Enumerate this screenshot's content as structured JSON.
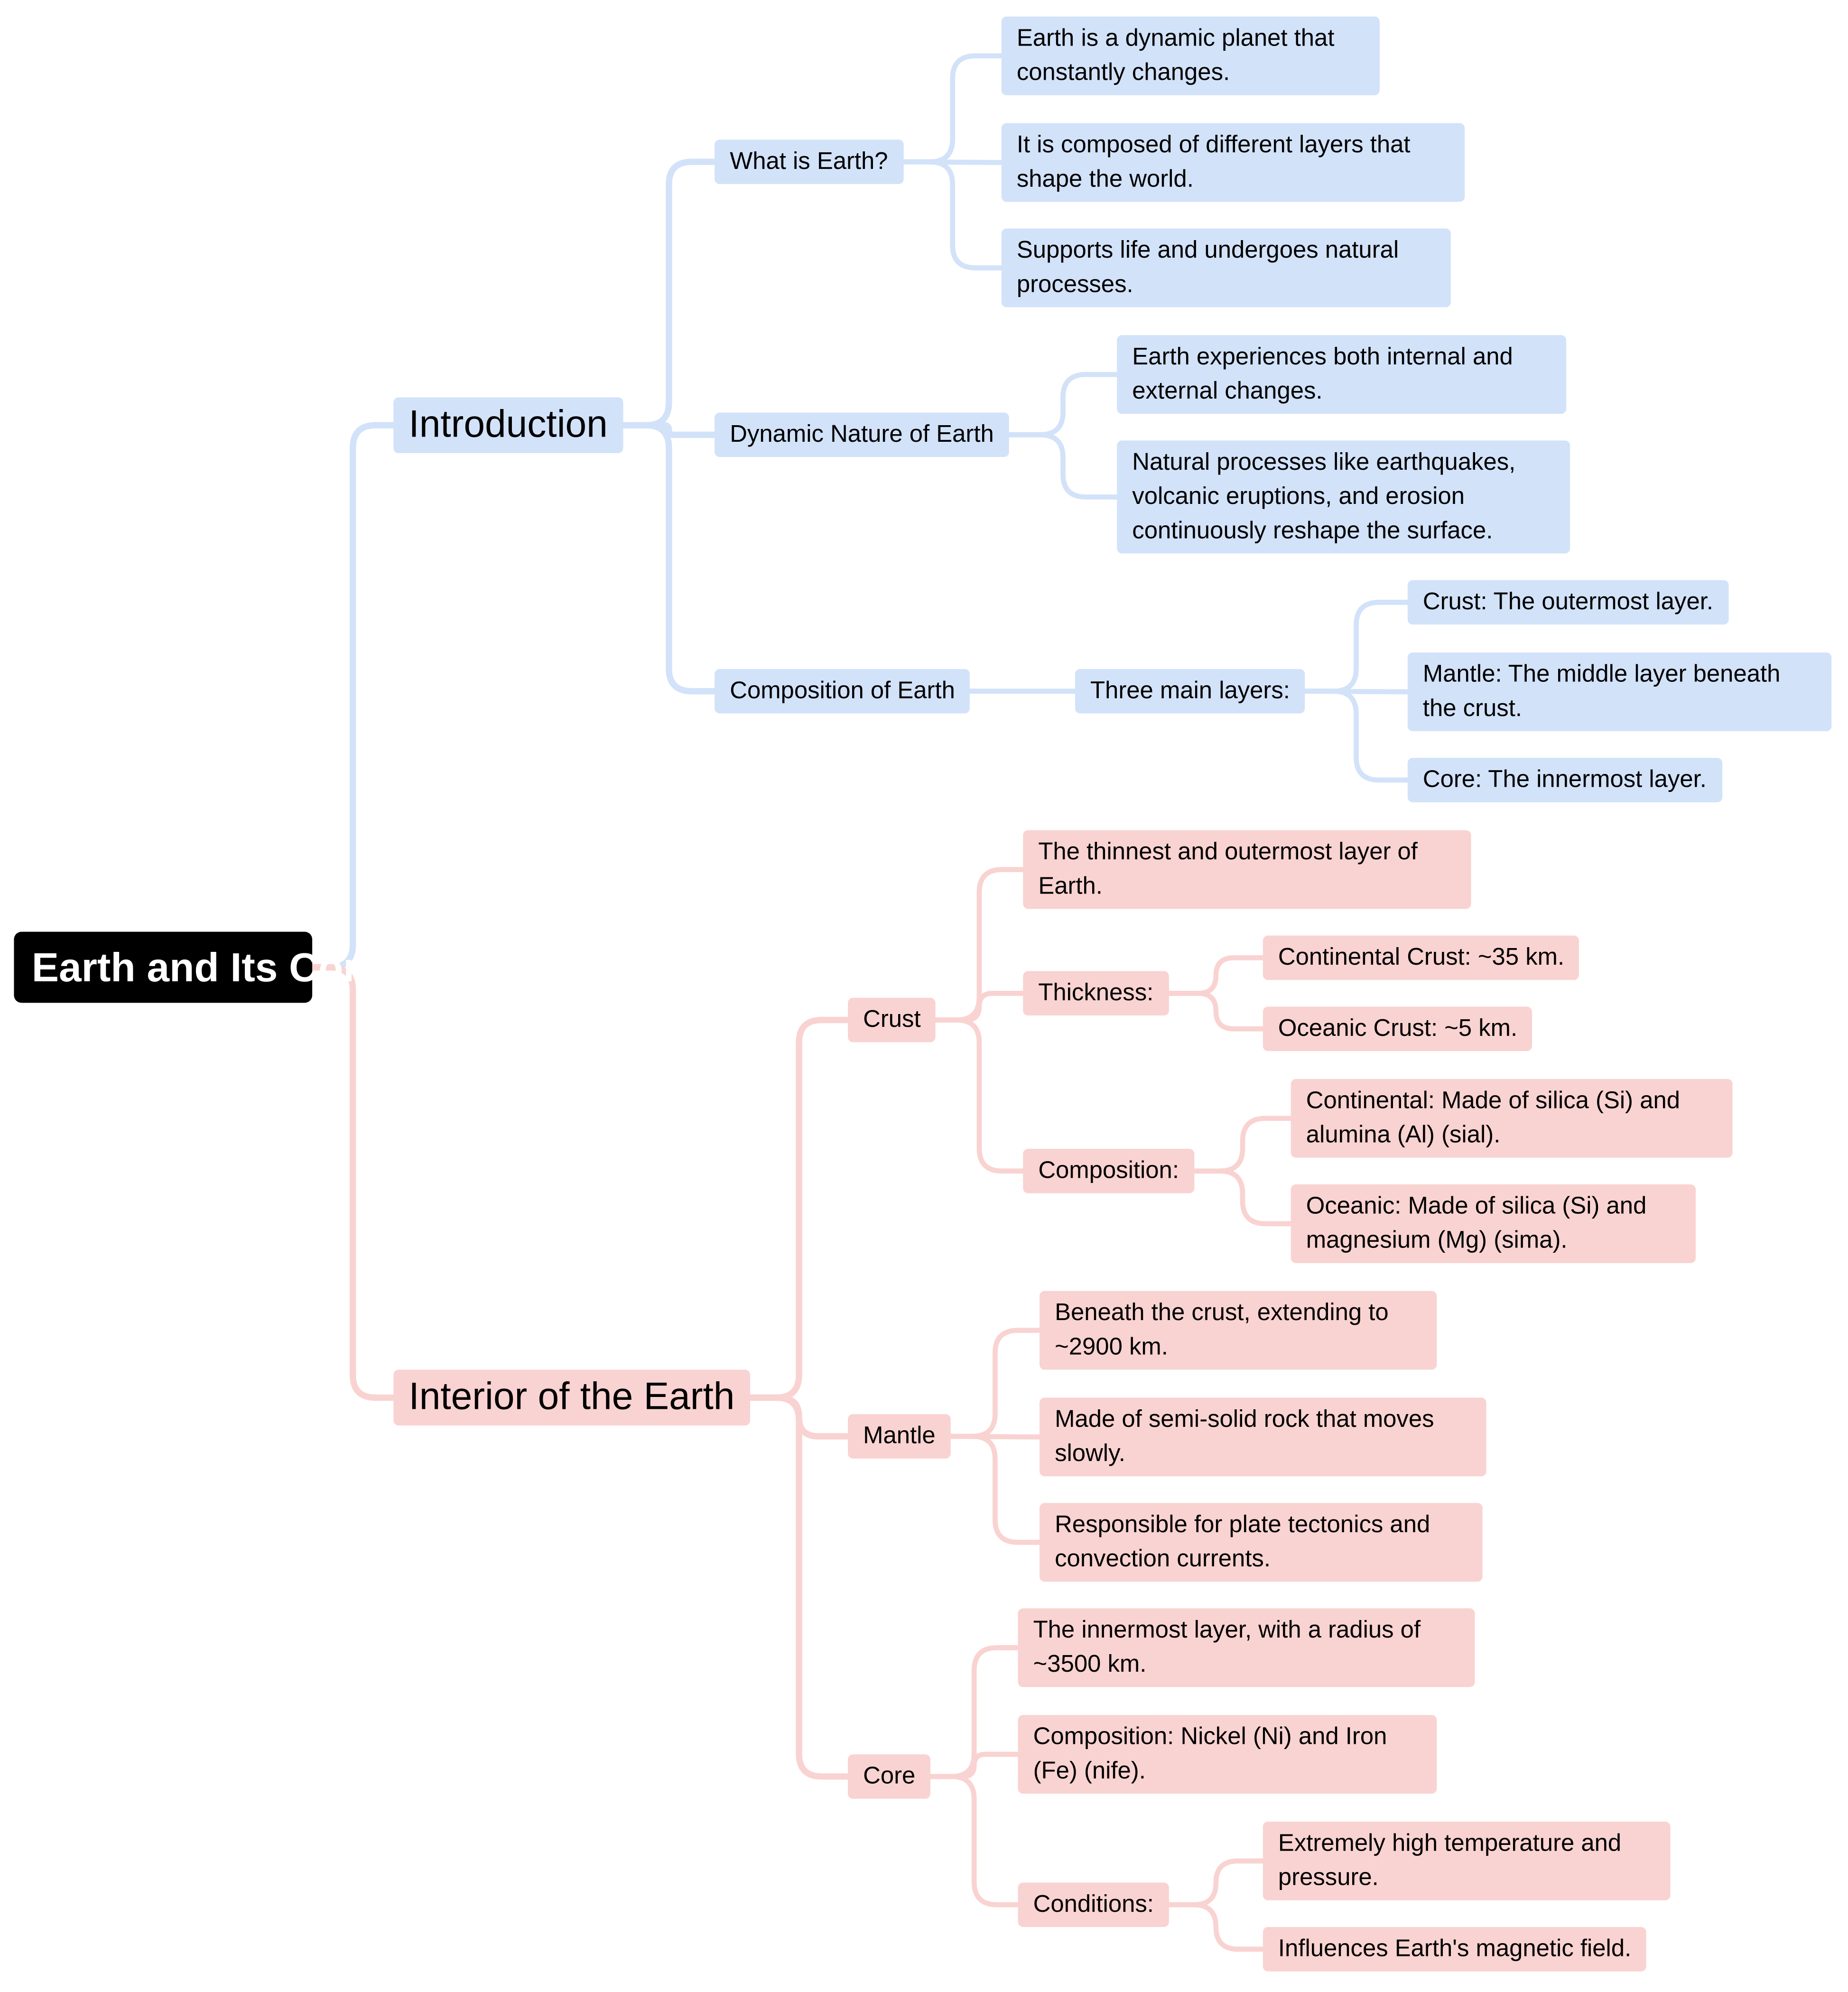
{
  "colors": {
    "intro": "#d2e2f9",
    "interior": "#f9d3d1",
    "root": "#000000"
  },
  "root": {
    "label": "Earth and Its Composition"
  },
  "branches": [
    {
      "label": "Introduction",
      "children": [
        {
          "label": "What is Earth?",
          "children": [
            {
              "label": "Earth is a dynamic planet that constantly changes."
            },
            {
              "label": "It is composed of different layers that shape the world."
            },
            {
              "label": "Supports life and undergoes natural processes."
            }
          ]
        },
        {
          "label": "Dynamic Nature of Earth",
          "children": [
            {
              "label": "Earth experiences both internal and external changes."
            },
            {
              "label": "Natural processes like earthquakes, volcanic eruptions, and erosion continuously reshape the surface."
            }
          ]
        },
        {
          "label": "Composition of Earth",
          "children": [
            {
              "label": "Three main layers:",
              "children": [
                {
                  "label": "Crust: The outermost layer."
                },
                {
                  "label": "Mantle: The middle layer beneath the crust."
                },
                {
                  "label": "Core: The innermost layer."
                }
              ]
            }
          ]
        }
      ]
    },
    {
      "label": "Interior of the Earth",
      "children": [
        {
          "label": "Crust",
          "children": [
            {
              "label": "The thinnest and outermost layer of Earth."
            },
            {
              "label": "Thickness:",
              "children": [
                {
                  "label": "Continental Crust: ~35 km."
                },
                {
                  "label": "Oceanic Crust: ~5 km."
                }
              ]
            },
            {
              "label": "Composition:",
              "children": [
                {
                  "label": "Continental: Made of silica (Si) and alumina (Al) (sial)."
                },
                {
                  "label": "Oceanic: Made of silica (Si) and magnesium (Mg) (sima)."
                }
              ]
            }
          ]
        },
        {
          "label": "Mantle",
          "children": [
            {
              "label": "Beneath the crust, extending to ~2900 km."
            },
            {
              "label": "Made of semi-solid rock that moves slowly."
            },
            {
              "label": "Responsible for plate tectonics and convection currents."
            }
          ]
        },
        {
          "label": "Core",
          "children": [
            {
              "label": "The innermost layer, with a radius of ~3500 km."
            },
            {
              "label": "Composition: Nickel (Ni) and Iron (Fe) (nife)."
            },
            {
              "label": "Conditions:",
              "children": [
                {
                  "label": "Extremely high temperature and pressure."
                },
                {
                  "label": "Influences Earth's magnetic field."
                }
              ]
            }
          ]
        }
      ]
    }
  ]
}
